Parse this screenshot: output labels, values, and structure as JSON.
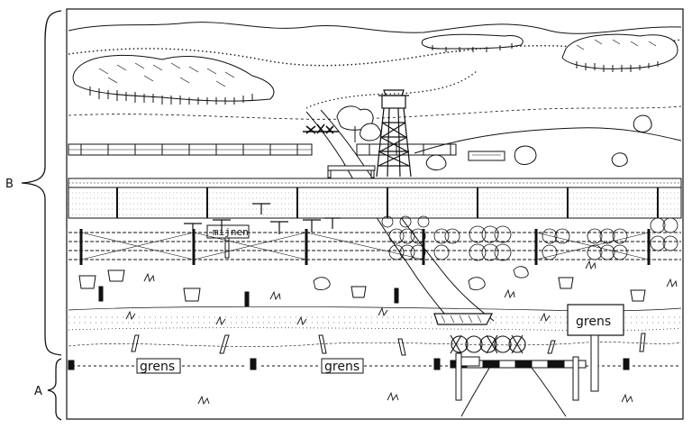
{
  "labels": {
    "section_b": "B",
    "section_a": "A"
  },
  "signs": {
    "mines": "mijnen",
    "border_small_1": "grens",
    "border_small_2": "grens",
    "border_large": "grens"
  },
  "colors": {
    "ink": "#111111",
    "paper": "#ffffff"
  }
}
